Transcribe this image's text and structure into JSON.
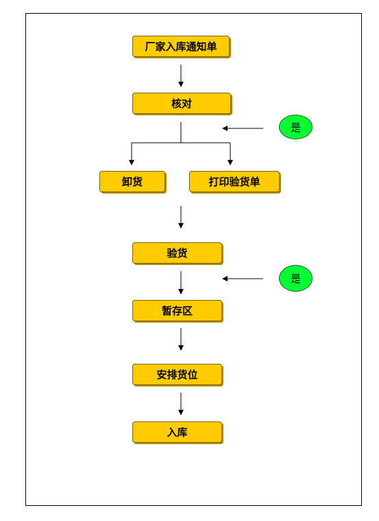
{
  "colors": {
    "node_fill": "#ffcc00",
    "oval_fill": "#00ff33",
    "line": "#000000"
  },
  "nodes": {
    "notice": "厂家入库通知单",
    "check": "核对",
    "unload": "卸货",
    "print": "打印验货单",
    "inspect": "验货",
    "temp_storage": "暂存区",
    "arrange_location": "安排货位",
    "warehouse_in": "入库"
  },
  "decisions": {
    "yes_1": "是",
    "yes_2": "是"
  }
}
